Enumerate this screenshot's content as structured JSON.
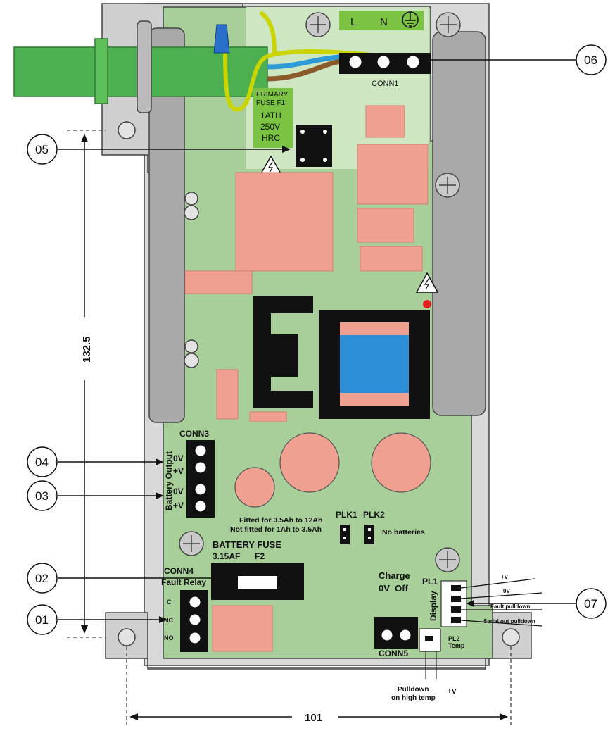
{
  "terminals": {
    "l": "L",
    "n": "N"
  },
  "fuse_label": {
    "line1": "PRIMARY",
    "line2": "FUSE F1",
    "line3": "1ATH",
    "line4": "250V",
    "line5": "HRC"
  },
  "conn1": "CONN1",
  "conn3": "CONN3",
  "battery_output": {
    "title": "Battery Output",
    "t1": "0V",
    "t2": "+V",
    "t3": "0V",
    "t4": "+V"
  },
  "fitted_note": {
    "line1": "Fitted for 3.5Ah to 12Ah",
    "line2": "Not fitted for 1Ah to 3.5Ah"
  },
  "plk1": "PLK1",
  "plk2": "PLK2",
  "no_batteries": "No batteries",
  "battery_fuse": {
    "title": "BATTERY FUSE",
    "rating": "3.15AF",
    "ref": "F2"
  },
  "conn4": {
    "title": "CONN4",
    "subtitle": "Fault Relay",
    "c": "C",
    "nc": "NC",
    "no": "NO"
  },
  "charge": {
    "title": "Charge",
    "sub": "0V  Off",
    "conn": "CONN5"
  },
  "pl1": {
    "title": "PL1",
    "display": "Display",
    "pin1": "+V",
    "pin2": "0V",
    "pin3": "Fault pulldown",
    "pin4": "Serial out pulldown"
  },
  "pl2": {
    "title": "PL2",
    "sub": "Temp",
    "pulldown": "Pulldown",
    "pulldown2": "on high temp",
    "plusv": "+V"
  },
  "dims": {
    "height": "132.5",
    "width": "101"
  },
  "callouts": {
    "c01": "01",
    "c02": "02",
    "c03": "03",
    "c04": "04",
    "c05": "05",
    "c06": "06",
    "c07": "07"
  }
}
